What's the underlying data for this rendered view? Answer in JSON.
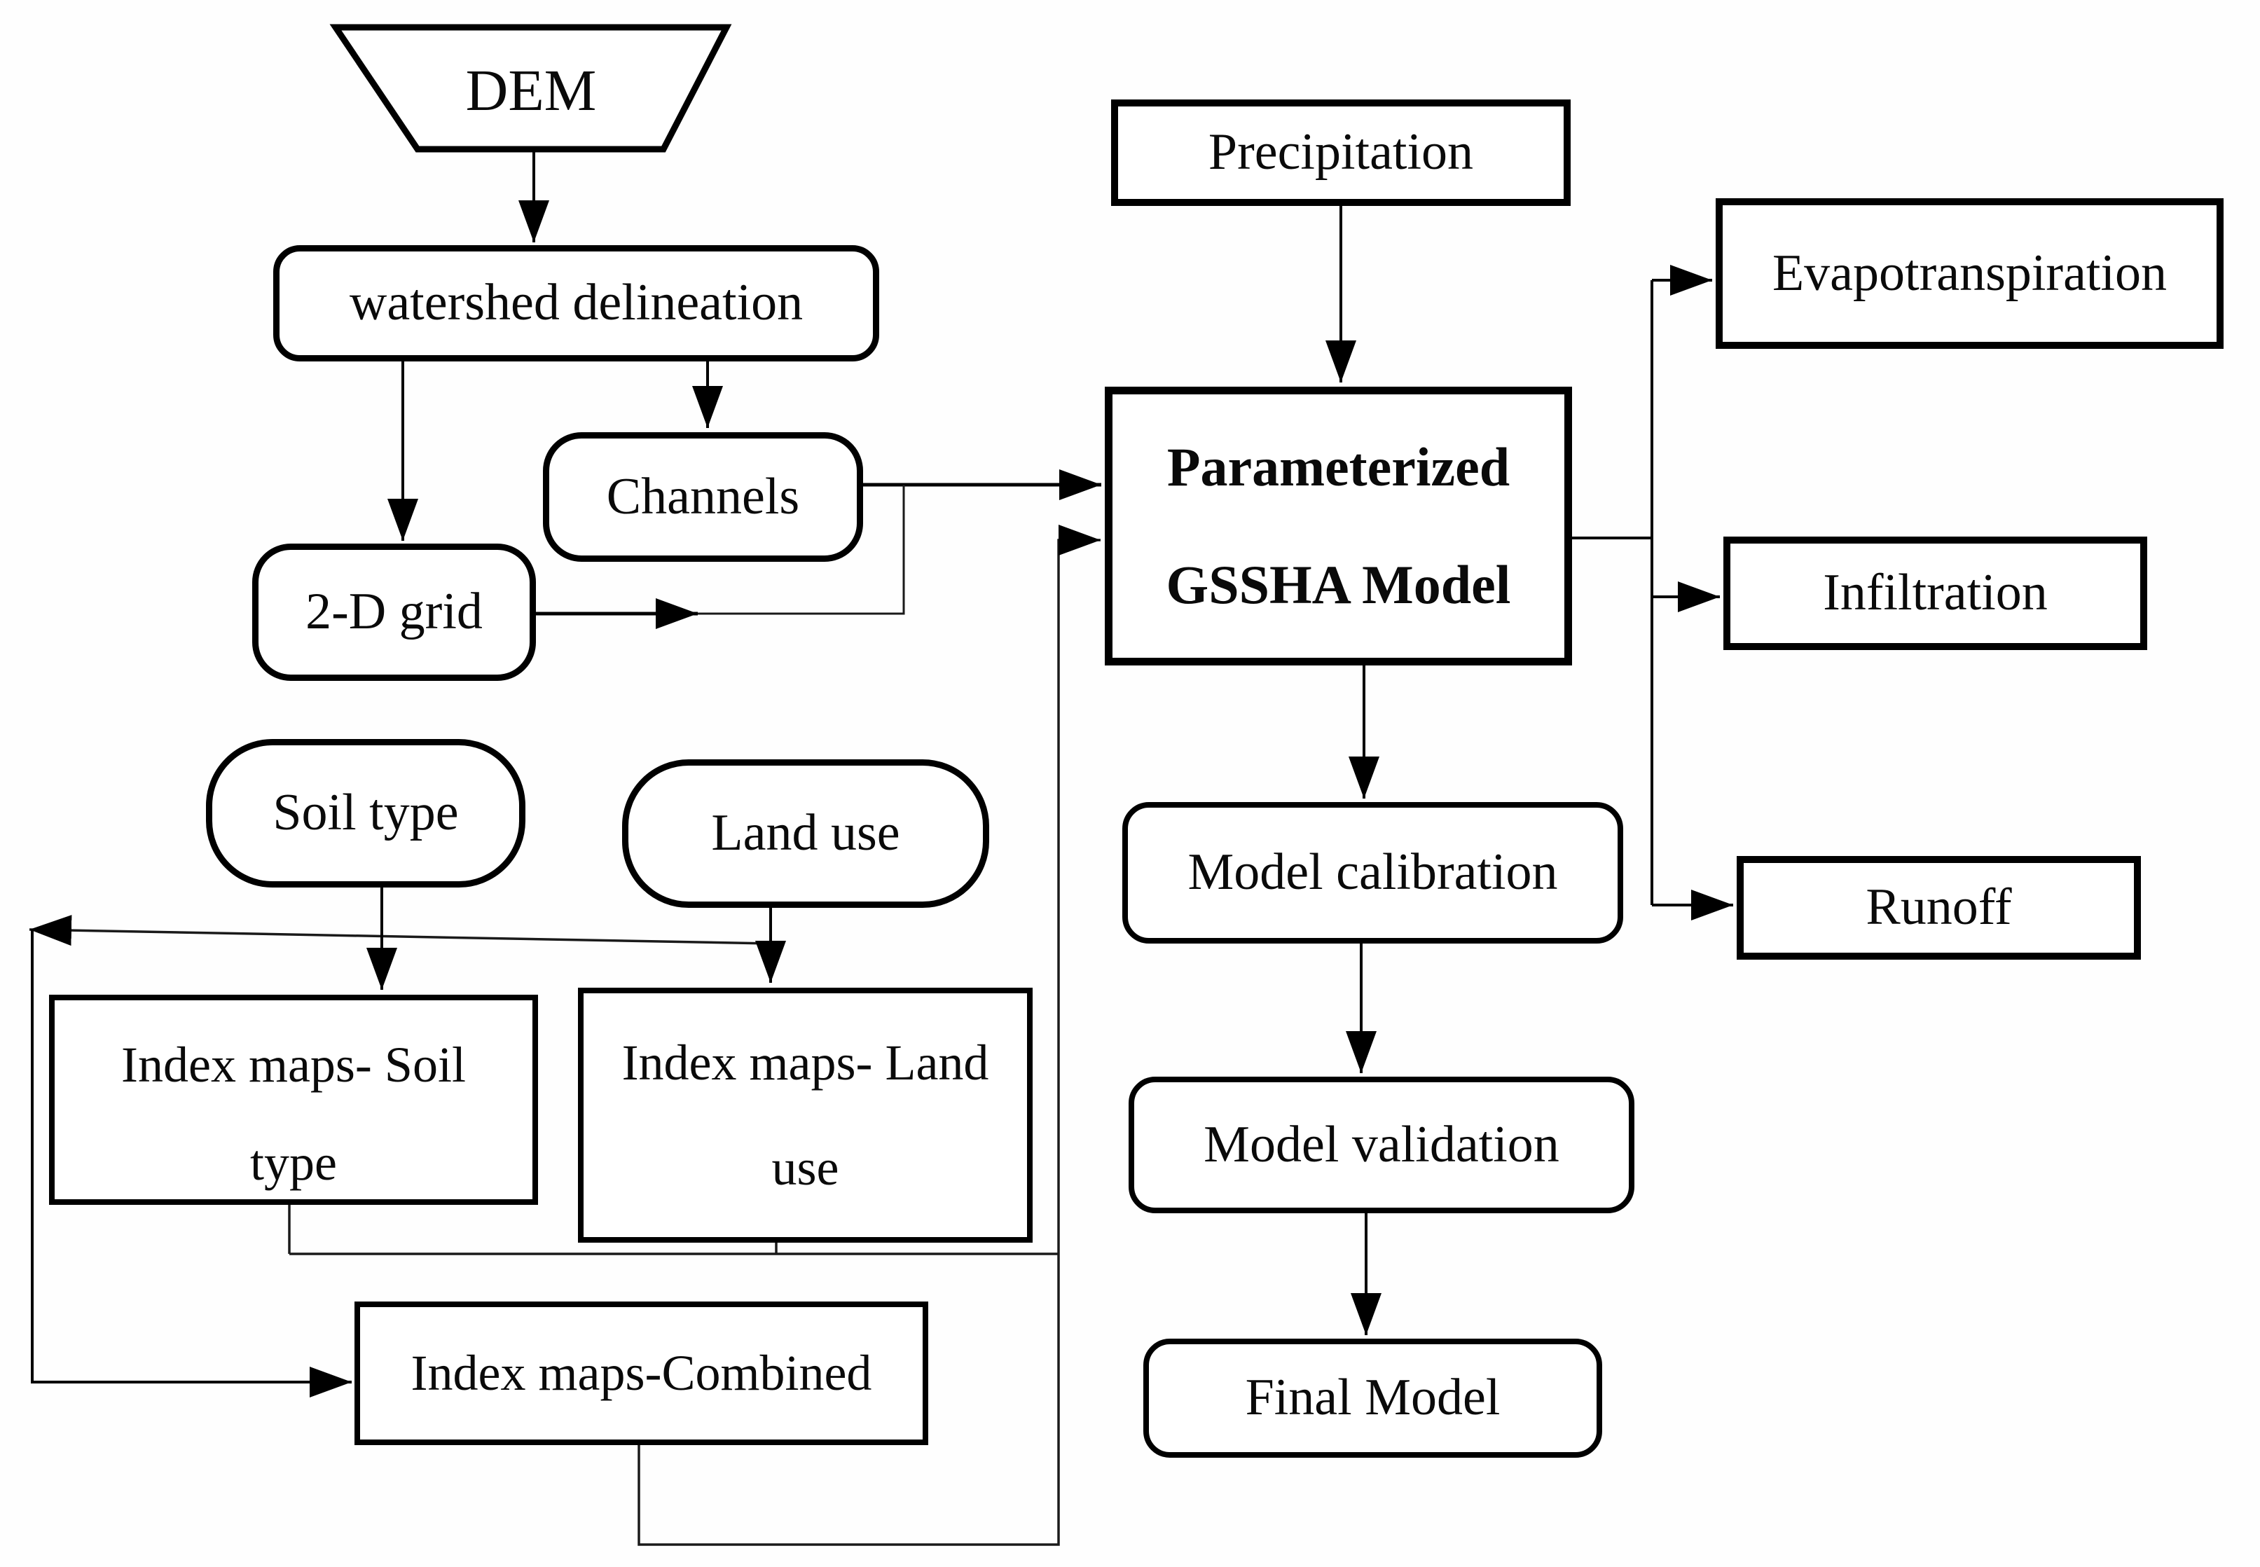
{
  "diagram": {
    "type": "flowchart",
    "background": "#fefefe",
    "stroke_color": "#000000",
    "node_fill": "#ffffff",
    "nodes": {
      "dem": {
        "label": "DEM",
        "shape": "trapezoid"
      },
      "watershed_delineation": {
        "label": "watershed delineation",
        "shape": "rounded-rect"
      },
      "channels": {
        "label": "Channels",
        "shape": "rounded-rect"
      },
      "grid_2d": {
        "label": "2-D grid",
        "shape": "rounded-rect"
      },
      "precipitation": {
        "label": "Precipitation",
        "shape": "rect"
      },
      "gssha_model": {
        "label_line1": "Parameterized",
        "label_line2": "GSSHA Model",
        "shape": "rect",
        "bold": true
      },
      "evapotranspiration": {
        "label": "Evapotranspiration",
        "shape": "rect"
      },
      "infiltration": {
        "label": "Infiltration",
        "shape": "rect"
      },
      "runoff": {
        "label": "Runoff",
        "shape": "rect"
      },
      "soil_type": {
        "label": "Soil type",
        "shape": "stadium"
      },
      "land_use": {
        "label": "Land use",
        "shape": "stadium"
      },
      "index_maps_soil": {
        "label_line1": "Index maps- Soil",
        "label_line2": "type",
        "shape": "rect"
      },
      "index_maps_land": {
        "label_line1": "Index maps- Land",
        "label_line2": "use",
        "shape": "rect"
      },
      "index_maps_combined": {
        "label": "Index maps-Combined",
        "shape": "rect"
      },
      "model_calibration": {
        "label": "Model calibration",
        "shape": "rounded-rect"
      },
      "model_validation": {
        "label": "Model validation",
        "shape": "rounded-rect"
      },
      "final_model": {
        "label": "Final Model",
        "shape": "rounded-rect"
      }
    },
    "edges": [
      {
        "from": "dem",
        "to": "watershed_delineation"
      },
      {
        "from": "watershed_delineation",
        "to": "grid_2d"
      },
      {
        "from": "watershed_delineation",
        "to": "channels"
      },
      {
        "from": "channels",
        "to": "gssha_model"
      },
      {
        "from": "grid_2d",
        "to": "gssha_model"
      },
      {
        "from": "precipitation",
        "to": "gssha_model"
      },
      {
        "from": "gssha_model",
        "to": "evapotranspiration"
      },
      {
        "from": "gssha_model",
        "to": "infiltration"
      },
      {
        "from": "gssha_model",
        "to": "runoff"
      },
      {
        "from": "gssha_model",
        "to": "model_calibration"
      },
      {
        "from": "model_calibration",
        "to": "model_validation"
      },
      {
        "from": "model_validation",
        "to": "final_model"
      },
      {
        "from": "soil_type",
        "to": "index_maps_soil"
      },
      {
        "from": "land_use",
        "to": "index_maps_land"
      },
      {
        "from": "land_use_junction",
        "to": "index_maps_combined"
      },
      {
        "from": "index_maps_soil",
        "to": "gssha_model"
      },
      {
        "from": "index_maps_land",
        "to": "gssha_model"
      },
      {
        "from": "index_maps_combined",
        "to": "gssha_model"
      }
    ]
  }
}
